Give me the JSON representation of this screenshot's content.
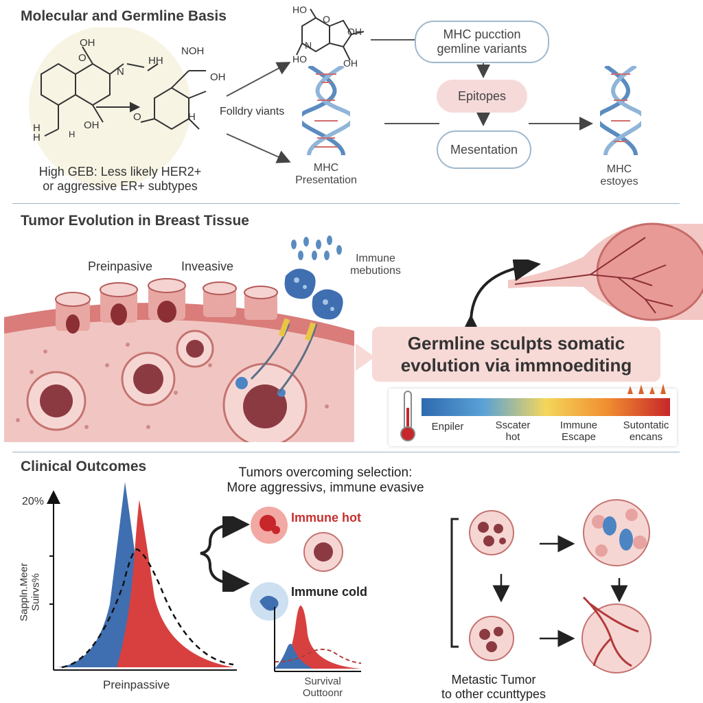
{
  "section1": {
    "title": "Molecular and Germline Basis",
    "mol_labels": {
      "oh_top": "OH",
      "o": "O",
      "n": "N",
      "hh": "HH",
      "noh": "NOH",
      "oh_right": "OH",
      "h1": "H",
      "h2": "H",
      "oh_bottom": "OH",
      "o_left": "O",
      "h_right": "H",
      "h_small": "H"
    },
    "caption": [
      "High GEB: Less likely HER2+",
      "or aggressive ER+ subtypes"
    ],
    "folding_label": "Folldry viants",
    "top_mol_labels": {
      "ho_top": "HO",
      "o": "O",
      "n": "N",
      "ho_bottom": "HO",
      "oh": "OH",
      "oh2": "OH"
    },
    "mhc_presentation": [
      "MHC",
      "Presentation"
    ],
    "pill_production": [
      "MHC pucction",
      "gemline variants"
    ],
    "pill_epitopes": "Epitopes",
    "pill_mesentation": "Mesentation",
    "mhc_estoyes": [
      "MHC",
      "estoyes"
    ]
  },
  "section2": {
    "title": "Tumor Evolution in Breast Tissue",
    "label_preinvasive": "Preinpasive",
    "label_invasive": "Inveasive",
    "immune_label": [
      "Immune",
      "mebutions"
    ],
    "banner": [
      "Germline sculpts somatic",
      "evolution via immnoediting"
    ],
    "scale_labels": [
      [
        "Enpiler"
      ],
      [
        "Sscater",
        "hot"
      ],
      [
        "Immune",
        "Escape"
      ],
      [
        "Sutontatic",
        "encans"
      ]
    ]
  },
  "section3": {
    "title": "Clinical Outcomes",
    "y_tick": "20%",
    "y_label": [
      "Sappln.Meer",
      "Suirvs%"
    ],
    "x_label": "Preinpassive",
    "subtitle": [
      "Tumors overcoming selection:",
      "More aggressivs, immune evasive"
    ],
    "immune_hot": "Immune hot",
    "immune_cold": "Immune cold",
    "small_chart_label": [
      "Survival",
      "Outtoonr"
    ],
    "metastatic": [
      "Metastic Tumor",
      "to other ccunttypes"
    ]
  },
  "colors": {
    "blue": "#3f6fb0",
    "red": "#d8403f",
    "pink": "#f7d9d6",
    "tissue": "#eaa6a2",
    "heading": "#3b3b3b"
  }
}
